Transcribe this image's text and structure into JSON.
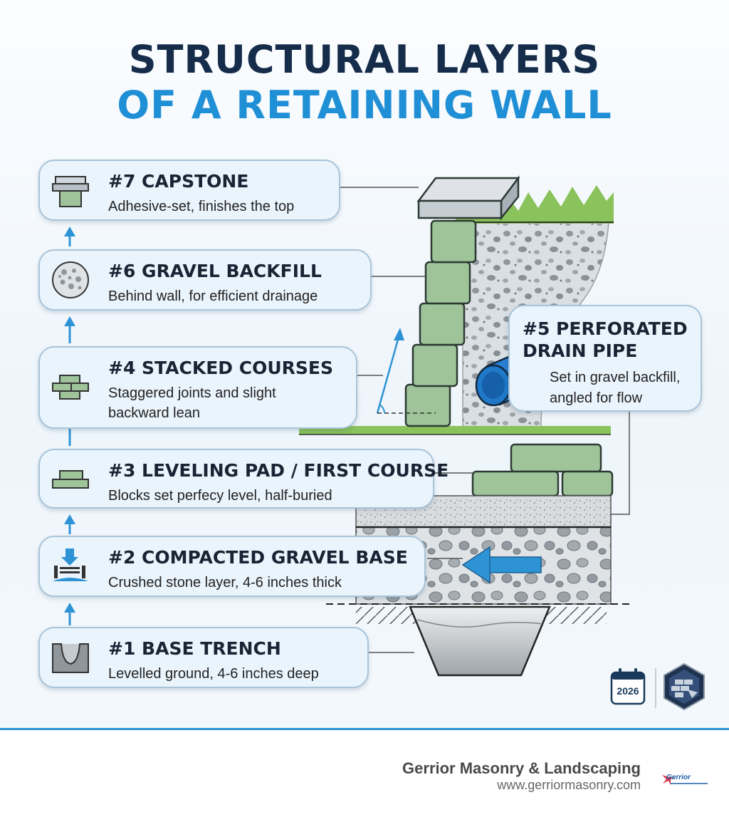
{
  "title": {
    "line1": "STRUCTURAL LAYERS",
    "line2": "OF A RETAINING WALL"
  },
  "layers": [
    {
      "id": "7",
      "title": "#7 CAPSTONE",
      "description": "Adhesive-set, finishes the top",
      "icon": "capstone-icon"
    },
    {
      "id": "6",
      "title": "#6 GRAVEL BACKFILL",
      "description": "Behind wall, for efficient drainage",
      "icon": "gravel-icon"
    },
    {
      "id": "4",
      "title": "#4 STACKED COURSES",
      "description": "Staggered joints and slight backward lean",
      "icon": "stacked-blocks-icon"
    },
    {
      "id": "3",
      "title": "#3 LEVELING PAD / FIRST COURSE",
      "description": "Blocks set perfecy level, half-buried",
      "icon": "leveling-pad-icon"
    },
    {
      "id": "2",
      "title": "#2 COMPACTED GRAVEL BASE",
      "description": "Crushed stone layer, 4-6 inches thick",
      "icon": "compaction-icon"
    },
    {
      "id": "1",
      "title": "#1 BASE TRENCH",
      "description": "Levelled ground, 4-6 inches deep",
      "icon": "trench-icon"
    },
    {
      "id": "5",
      "title": "#5 PERFORATED DRAIN PIPE",
      "description": "Set in gravel backfill, angled for flow",
      "icon": "drain-pipe-icon"
    }
  ],
  "badge": {
    "year": "2026",
    "icon": "calendar-icon"
  },
  "footer": {
    "company": "Gerrior Masonry & Landscaping",
    "url": "www.gerriormasonry.com",
    "logo_text": "Gerrior"
  },
  "colors": {
    "title_dark": "#152c4a",
    "title_accent": "#1f8fd6",
    "block_green": "#9fc49a",
    "grass": "#8ac25c",
    "pipe_blue": "#1f78c8",
    "arrow_blue": "#2e93d4"
  }
}
